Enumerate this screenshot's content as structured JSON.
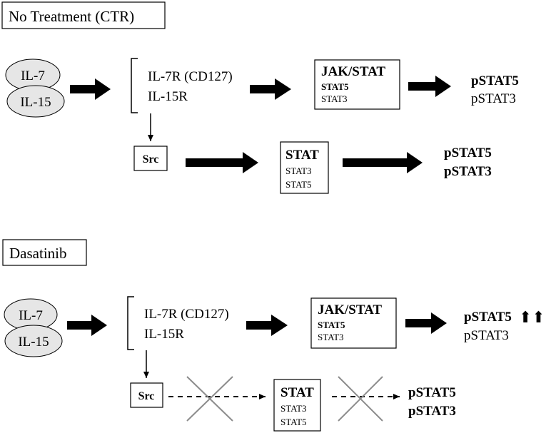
{
  "panels": [
    {
      "title": "No Treatment (CTR)",
      "ligands": [
        "IL-7",
        "IL-15"
      ],
      "receptors": [
        "IL-7R (CD127)",
        "IL-15R"
      ],
      "jak": {
        "title": "JAK/STAT",
        "lines": [
          "STAT5",
          "STAT3"
        ]
      },
      "jak_out": [
        "pSTAT5",
        "pSTAT3"
      ],
      "src": "Src",
      "stat": {
        "title": "STAT",
        "lines": [
          "STAT3",
          "STAT5"
        ]
      },
      "stat_out": [
        "pSTAT5",
        "pSTAT3"
      ]
    },
    {
      "title": "Dasatinib",
      "ligands": [
        "IL-7",
        "IL-15"
      ],
      "receptors": [
        "IL-7R (CD127)",
        "IL-15R"
      ],
      "jak": {
        "title": "JAK/STAT",
        "lines": [
          "STAT5",
          "STAT3"
        ]
      },
      "jak_out": [
        "pSTAT5",
        "pSTAT3"
      ],
      "up_arrows": "⬆⬆",
      "src": "Src",
      "stat": {
        "title": "STAT",
        "lines": [
          "STAT3",
          "STAT5"
        ]
      },
      "stat_out": [
        "pSTAT5",
        "pSTAT3"
      ]
    }
  ],
  "colors": {
    "ellipse_fill": "#e6e6e6",
    "cross": "#8c8c8c"
  }
}
